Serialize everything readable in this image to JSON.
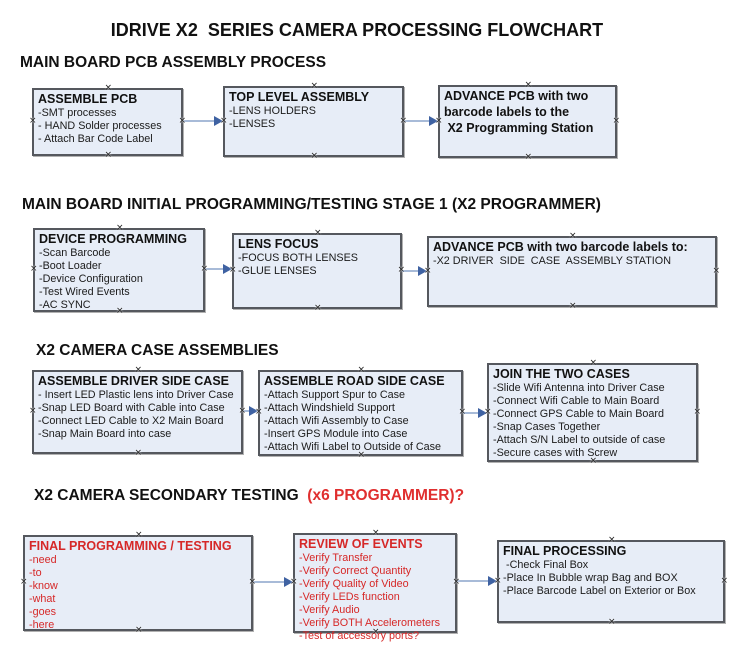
{
  "title": "IDRIVE X2  SERIES CAMERA PROCESSING FLOWCHART",
  "colors": {
    "box_fill": "#e7edf7",
    "box_border": "#55585e",
    "arrow_line": "#a8bbd8",
    "arrow_head": "#3f62a2",
    "red_text": "#d62828",
    "black_text": "#111111"
  },
  "sections": [
    {
      "heading": "MAIN BOARD PCB ASSEMBLY PROCESS",
      "boxes": [
        {
          "title": "ASSEMBLE PCB",
          "items": [
            "-SMT processes",
            "- HAND Solder processes",
            "- Attach Bar Code Label"
          ]
        },
        {
          "title": "TOP LEVEL ASSEMBLY",
          "items": [
            "-LENS HOLDERS",
            "-LENSES"
          ]
        },
        {
          "lines": [
            "ADVANCE PCB with two",
            "barcode labels to the",
            " X2 Programming Station"
          ]
        }
      ]
    },
    {
      "heading": "MAIN BOARD INITIAL PROGRAMMING/TESTING STAGE 1 (X2 PROGRAMMER)",
      "boxes": [
        {
          "title": "DEVICE PROGRAMMING",
          "items": [
            "-Scan Barcode",
            "-Boot Loader",
            "-Device Configuration",
            "-Test Wired Events",
            "-AC SYNC"
          ]
        },
        {
          "title": "LENS FOCUS",
          "items": [
            "-FOCUS BOTH LENSES",
            "-GLUE LENSES"
          ]
        },
        {
          "title": "ADVANCE PCB with two barcode labels to:",
          "items": [
            "-X2 DRIVER  SIDE  CASE  ASSEMBLY STATION"
          ]
        }
      ]
    },
    {
      "heading": "X2 CAMERA CASE ASSEMBLIES",
      "boxes": [
        {
          "title": "ASSEMBLE DRIVER SIDE CASE",
          "items": [
            "- Insert LED Plastic lens into Driver Case",
            "-Snap LED Board with Cable into Case",
            "-Connect LED Cable to X2 Main Board",
            "-Snap Main Board into case"
          ]
        },
        {
          "title": "ASSEMBLE ROAD SIDE CASE",
          "items": [
            "-Attach Support Spur to Case",
            "-Attach Windshield Support",
            "-Attach Wifi Assembly to Case",
            "-Insert GPS Module into Case",
            "-Attach Wifi Label to Outside of Case"
          ]
        },
        {
          "title": "JOIN THE TWO CASES",
          "items": [
            "-Slide Wifi Antenna into Driver Case",
            "-Connect Wifi Cable to Main Board",
            "-Connect GPS Cable to Main Board",
            "-Snap Cases Together",
            "-Attach S/N Label to outside of case",
            "-Secure cases with Screw"
          ]
        }
      ]
    },
    {
      "heading_parts": [
        {
          "text": "X2 CAMERA SECONDARY TESTING ",
          "color": "#111111"
        },
        {
          "text": " (x6 PROGRAMMER)?",
          "color": "#e02f2f"
        }
      ],
      "boxes": [
        {
          "title": "FINAL PROGRAMMING / TESTING",
          "items": [
            "-need",
            "-to",
            "-know",
            "-what",
            "-goes",
            "-here"
          ]
        },
        {
          "title": "REVIEW OF EVENTS",
          "items": [
            "-Verify Transfer",
            "-Verify Correct Quantity",
            "-Verify Quality of Video",
            "-Verify LEDs function",
            "-Verify Audio",
            "-Verify BOTH Accelerometers",
            "-Test of accessory ports?"
          ]
        },
        {
          "title": "FINAL PROCESSING",
          "items": [
            " -Check Final Box",
            "-Place In Bubble wrap Bag and BOX",
            "-Place Barcode Label on Exterior or Box"
          ]
        }
      ]
    }
  ]
}
